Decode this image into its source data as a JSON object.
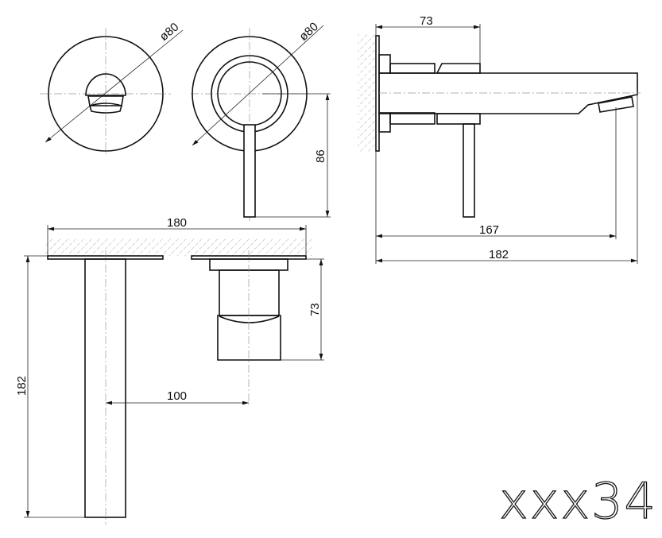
{
  "drawing": {
    "model_code": "xxx34",
    "front_view_spout": {
      "diameter_label": "ø80"
    },
    "front_view_mixer": {
      "diameter_label": "ø80",
      "lever_height_label": "86"
    },
    "side_view": {
      "cartridge_depth_label": "73",
      "spout_outlet_label": "167",
      "overall_length_label": "182"
    },
    "top_view": {
      "overall_width_label": "180",
      "center_distance_label": "100",
      "spout_length_label": "182",
      "handle_depth_label": "73"
    }
  }
}
